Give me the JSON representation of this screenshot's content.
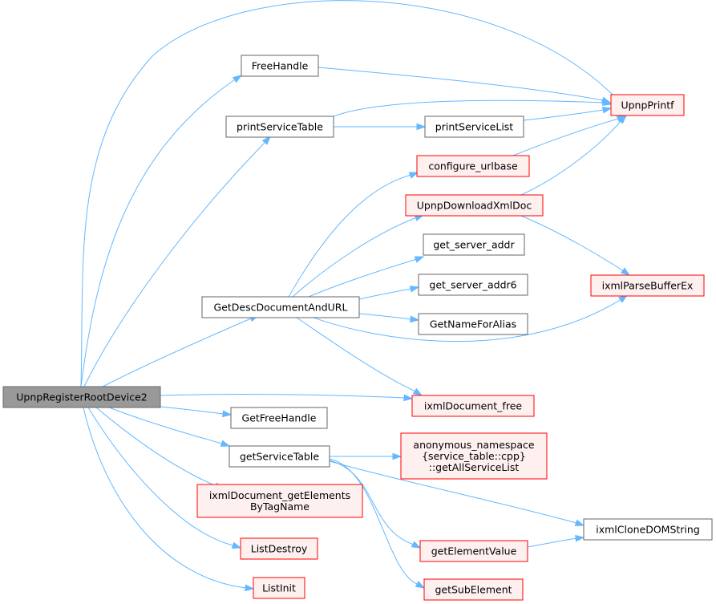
{
  "colors": {
    "edge": "#63b8ff",
    "root_fill": "#999999",
    "root_stroke": "#666666",
    "plain_fill": "#ffffff",
    "plain_stroke": "#666666",
    "red_fill": "#fff0f0",
    "red_stroke": "#ff0000"
  },
  "nodes": {
    "root": {
      "lines": [
        "UpnpRegisterRootDevice2"
      ],
      "style": "root"
    },
    "freehandle": {
      "lines": [
        "FreeHandle"
      ],
      "style": "plain"
    },
    "printservicetable": {
      "lines": [
        "printServiceTable"
      ],
      "style": "plain"
    },
    "upnpprintf": {
      "lines": [
        "UpnpPrintf"
      ],
      "style": "red"
    },
    "printservicelist": {
      "lines": [
        "printServiceList"
      ],
      "style": "plain"
    },
    "configureurlbase": {
      "lines": [
        "configure_urlbase"
      ],
      "style": "red"
    },
    "upnpdownloadxmldoc": {
      "lines": [
        "UpnpDownloadXmlDoc"
      ],
      "style": "red"
    },
    "getserveraddr": {
      "lines": [
        "get_server_addr"
      ],
      "style": "plain"
    },
    "getserveraddr6": {
      "lines": [
        "get_server_addr6"
      ],
      "style": "plain"
    },
    "getnameforalias": {
      "lines": [
        "GetNameForAlias"
      ],
      "style": "plain"
    },
    "ixmlparsebufferex": {
      "lines": [
        "ixmlParseBufferEx"
      ],
      "style": "red"
    },
    "getdescdocumentandurl": {
      "lines": [
        "GetDescDocumentAndURL"
      ],
      "style": "plain"
    },
    "ixmldocumentfree": {
      "lines": [
        "ixmlDocument_free"
      ],
      "style": "red"
    },
    "getfreehandle": {
      "lines": [
        "GetFreeHandle"
      ],
      "style": "plain"
    },
    "getservicetable": {
      "lines": [
        "getServiceTable"
      ],
      "style": "plain"
    },
    "getallservicelist": {
      "lines": [
        "anonymous_namespace",
        "{service_table::cpp}",
        "::getAllServiceList"
      ],
      "style": "red"
    },
    "ixmlgetelementsbytagname": {
      "lines": [
        "ixmlDocument_getElements",
        "ByTagName"
      ],
      "style": "red"
    },
    "ixmlclonedomstring": {
      "lines": [
        "ixmlCloneDOMString"
      ],
      "style": "plain"
    },
    "getelementvalue": {
      "lines": [
        "getElementValue"
      ],
      "style": "red"
    },
    "listdestroy": {
      "lines": [
        "ListDestroy"
      ],
      "style": "red"
    },
    "listinit": {
      "lines": [
        "ListInit"
      ],
      "style": "red"
    },
    "getsubelement": {
      "lines": [
        "getSubElement"
      ],
      "style": "red"
    }
  },
  "edges": [
    [
      "root",
      "upnpprintf"
    ],
    [
      "root",
      "freehandle"
    ],
    [
      "root",
      "printservicetable"
    ],
    [
      "root",
      "getdescdocumentandurl"
    ],
    [
      "root",
      "ixmldocumentfree"
    ],
    [
      "root",
      "getfreehandle"
    ],
    [
      "root",
      "getservicetable"
    ],
    [
      "root",
      "ixmlgetelementsbytagname"
    ],
    [
      "root",
      "listdestroy"
    ],
    [
      "root",
      "listinit"
    ],
    [
      "freehandle",
      "upnpprintf"
    ],
    [
      "printservicetable",
      "upnpprintf"
    ],
    [
      "printservicetable",
      "printservicelist"
    ],
    [
      "printservicelist",
      "upnpprintf"
    ],
    [
      "configureurlbase",
      "upnpprintf"
    ],
    [
      "upnpdownloadxmldoc",
      "upnpprintf"
    ],
    [
      "upnpdownloadxmldoc",
      "ixmlparsebufferex"
    ],
    [
      "getdescdocumentandurl",
      "configureurlbase"
    ],
    [
      "getdescdocumentandurl",
      "upnpdownloadxmldoc"
    ],
    [
      "getdescdocumentandurl",
      "getserveraddr"
    ],
    [
      "getdescdocumentandurl",
      "getserveraddr6"
    ],
    [
      "getdescdocumentandurl",
      "getnameforalias"
    ],
    [
      "getdescdocumentandurl",
      "ixmlparsebufferex"
    ],
    [
      "getdescdocumentandurl",
      "ixmldocumentfree"
    ],
    [
      "getservicetable",
      "getallservicelist"
    ],
    [
      "getservicetable",
      "ixmlclonedomstring"
    ],
    [
      "getservicetable",
      "getelementvalue"
    ],
    [
      "getservicetable",
      "getsubelement"
    ],
    [
      "getelementvalue",
      "ixmlclonedomstring"
    ]
  ]
}
